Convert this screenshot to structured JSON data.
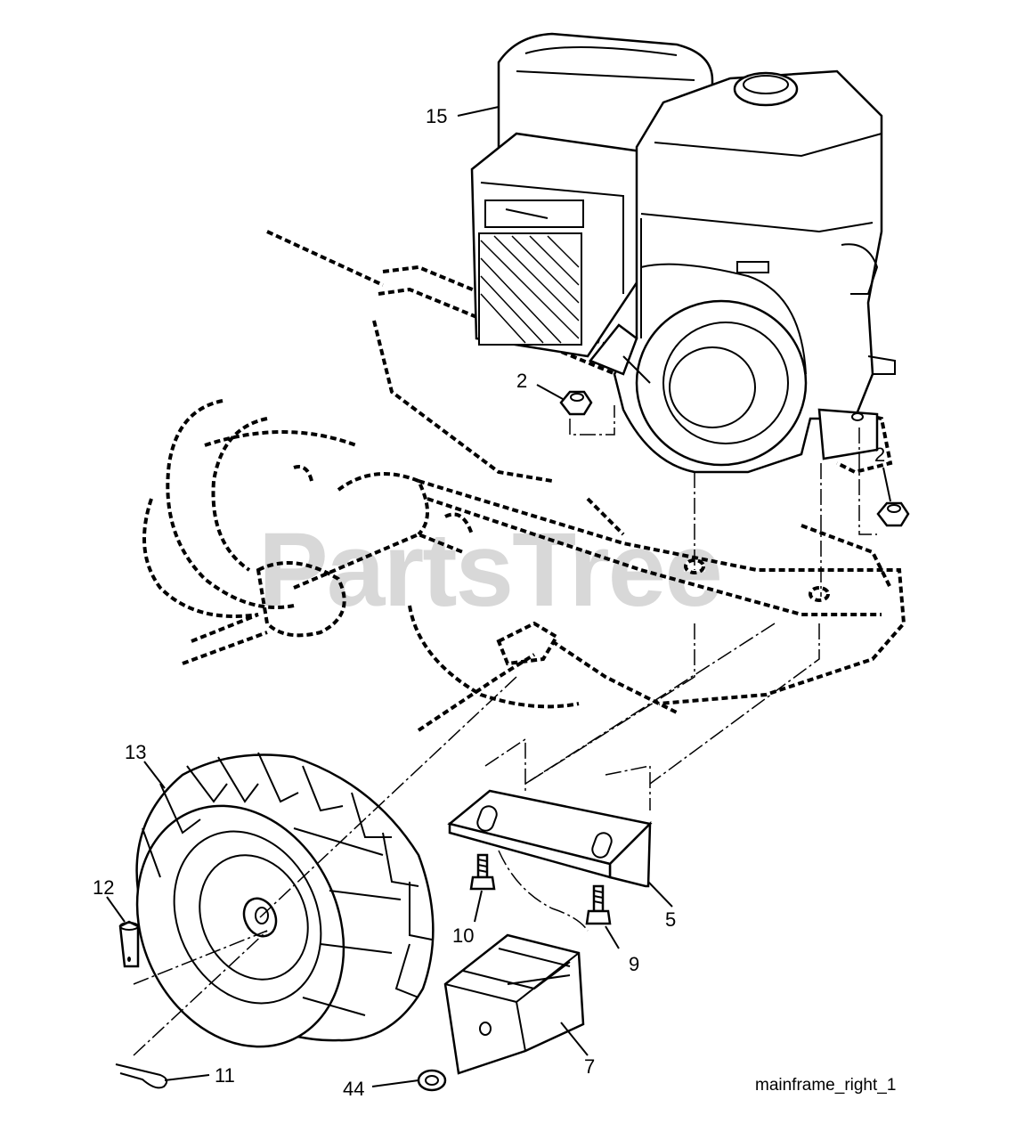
{
  "diagram": {
    "watermark": "PartsTree",
    "caption": "mainframe_right_1",
    "callouts": {
      "engine": "15",
      "nut_left": "2",
      "nut_right": "2",
      "tire": "13",
      "clevis_pin": "12",
      "hairpin_clip": "11",
      "bolt_left": "10",
      "bolt_right": "9",
      "bracket": "5",
      "weight": "7",
      "washer": "44"
    }
  }
}
